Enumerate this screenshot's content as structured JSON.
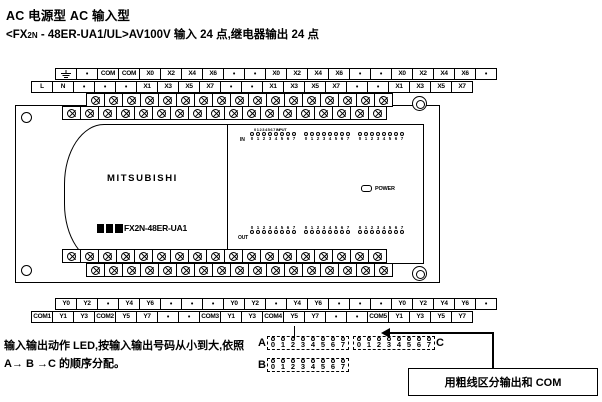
{
  "title": "AC 电源型 AC 输入型",
  "subtitle_pre": "<FX",
  "subtitle_sub": "2N",
  "subtitle_post": " - 48ER-UA1/UL>AV100V 输入 24 点,继电器输出 24 点",
  "device": {
    "brand": "MITSUBISHI",
    "model": "FX2N-48ER-UA1",
    "power_label": "POWER",
    "input_header": "0 1 2 3 4 5 6 7 INPUT",
    "input_row_label": "IN",
    "output_row_label": "OUT"
  },
  "input_terminals": {
    "top_row": [
      "GND",
      "•",
      "COM",
      "COM",
      "X0",
      "X2",
      "X4",
      "X6",
      "•",
      "•",
      "X0",
      "X2",
      "X4",
      "X6",
      "•",
      "•",
      "X0",
      "X2",
      "X4",
      "X6",
      "•"
    ],
    "bottom_row": [
      "L",
      "N",
      "•",
      "•",
      "•",
      "X1",
      "X3",
      "X5",
      "X7",
      "•",
      "•",
      "X1",
      "X3",
      "X5",
      "X7",
      "•",
      "•",
      "X1",
      "X3",
      "X5",
      "X7"
    ]
  },
  "output_terminals": {
    "top_row": [
      "Y0",
      "Y2",
      "•",
      "Y4",
      "Y6",
      "•",
      "•",
      "•",
      "Y0",
      "Y2",
      "•",
      "Y4",
      "Y6",
      "•",
      "•",
      "•",
      "Y0",
      "Y2",
      "Y4",
      "Y6",
      "•"
    ],
    "bottom_row": [
      "COM1",
      "Y1",
      "Y3",
      "COM2",
      "Y5",
      "Y7",
      "•",
      "•",
      "COM3",
      "Y1",
      "Y3",
      "COM4",
      "Y5",
      "Y7",
      "•",
      "•",
      "COM5",
      "Y1",
      "Y3",
      "Y5",
      "Y7"
    ]
  },
  "led_numbers": [
    "0",
    "1",
    "2",
    "3",
    "4",
    "5",
    "6",
    "7"
  ],
  "led_groups": 3,
  "note_text": "输入输出动作 LED,按输入输出号码从小到大,依照 A→ B →C 的顺序分配。",
  "abc_diagram": {
    "a_label": "A",
    "b_label": "B",
    "c_label": "C",
    "digits": [
      "0",
      "1",
      "2",
      "3",
      "4",
      "5",
      "6",
      "7"
    ]
  },
  "callout_text": "用粗线区分输出和 COM",
  "colors": {
    "ink": "#000000",
    "paper": "#ffffff"
  }
}
